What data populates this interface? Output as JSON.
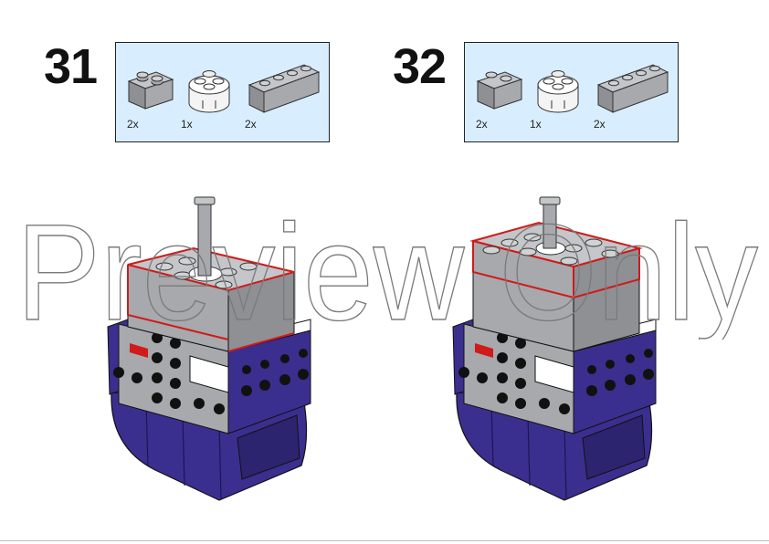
{
  "steps": [
    {
      "number": "31",
      "parts": [
        {
          "qty": "2x",
          "icon": "gray-brick-1x2-icon"
        },
        {
          "qty": "1x",
          "icon": "white-round-brick-2x2-icon"
        },
        {
          "qty": "2x",
          "icon": "gray-brick-1x4-icon"
        }
      ]
    },
    {
      "number": "32",
      "parts": [
        {
          "qty": "2x",
          "icon": "gray-brick-1x2-icon"
        },
        {
          "qty": "1x",
          "icon": "white-round-brick-2x2-icon"
        },
        {
          "qty": "2x",
          "icon": "gray-brick-1x4-icon"
        }
      ]
    }
  ],
  "watermark": "Preview Only",
  "colors": {
    "parts_panel": "#d8eeff",
    "gray": "#a7a9ac",
    "dark_gray": "#5f6266",
    "navy": "#3a2f8f",
    "black": "#111111",
    "red_outline": "#d11a1a",
    "white": "#ffffff"
  }
}
